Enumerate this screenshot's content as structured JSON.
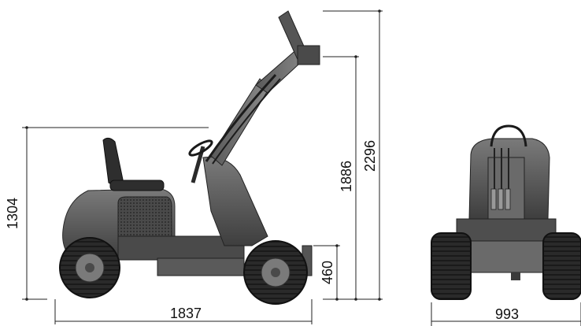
{
  "dimensions": {
    "overall_length": "1837",
    "seat_height": "1304",
    "max_height": "2296",
    "pin_height": "1886",
    "ground_clearance": "460",
    "overall_width": "993"
  },
  "colors": {
    "ink": "#111111",
    "body_dark": "#3a3a3a",
    "body_mid": "#6b6b6b",
    "tire": "#2a2a2a"
  }
}
